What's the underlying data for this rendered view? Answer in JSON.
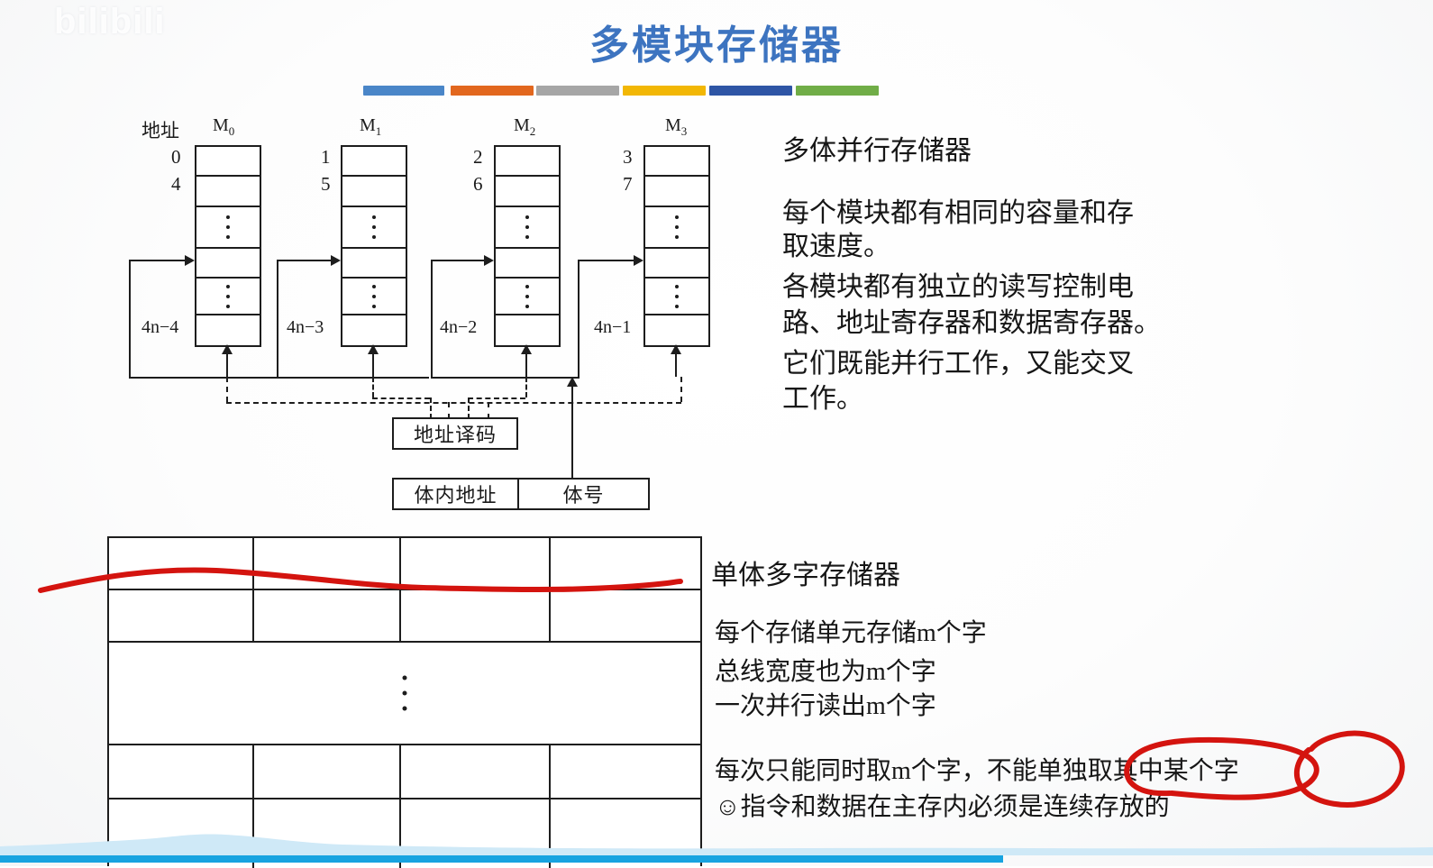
{
  "slide": {
    "title": "多模块存储器",
    "watermark": "bilibili",
    "accent_title_color": "#3d74c0",
    "color_bars": [
      {
        "name": "bar-blue",
        "color": "#4a86c8"
      },
      {
        "name": "bar-orange",
        "color": "#e2671e"
      },
      {
        "name": "bar-gray",
        "color": "#a6a6a6"
      },
      {
        "name": "bar-gold",
        "color": "#f2b705"
      },
      {
        "name": "bar-dark-blue",
        "color": "#2e55a5"
      },
      {
        "name": "bar-green",
        "color": "#70ad47"
      }
    ]
  },
  "diagram": {
    "address_header": "地址",
    "modules": [
      {
        "title": "M",
        "sub": "0",
        "addr_top": "0",
        "addr_second": "4",
        "addr_last": "4n−4"
      },
      {
        "title": "M",
        "sub": "1",
        "addr_top": "1",
        "addr_second": "5",
        "addr_last": "4n−3"
      },
      {
        "title": "M",
        "sub": "2",
        "addr_top": "2",
        "addr_second": "6",
        "addr_last": "4n−2"
      },
      {
        "title": "M",
        "sub": "3",
        "addr_top": "3",
        "addr_second": "7",
        "addr_last": "4n−1"
      }
    ],
    "decoder_label": "地址译码",
    "inner_address_label": "体内地址",
    "bank_number_label": "体号"
  },
  "notes_top": {
    "heading": "多体并行存储器",
    "lines": [
      "每个模块都有相同的容量和存",
      "取速度。",
      "各模块都有独立的读写控制电",
      "路、地址寄存器和数据寄存器。",
      "它们既能并行工作，又能交叉",
      "工作。"
    ]
  },
  "notes_bottom": {
    "heading": "单体多字存储器",
    "lines": [
      "每个存储单元存储m个字",
      "总线宽度也为m个字",
      "一次并行读出m个字"
    ],
    "emphasis_lines": [
      "每次只能同时取m个字，不能单独取其中某个字",
      "☺指令和数据在主存内必须是连续存放的"
    ]
  },
  "annotations": {
    "ink_color": "#d4140f",
    "marks": [
      {
        "name": "underline-stroke",
        "shape": "wavy-line"
      },
      {
        "name": "circle-left",
        "shape": "ellipse"
      },
      {
        "name": "circle-right",
        "shape": "ellipse"
      }
    ]
  },
  "player": {
    "progress_color": "#17a3e0",
    "heatmap_color": "#cfe9f7",
    "progress_percent": "70"
  }
}
